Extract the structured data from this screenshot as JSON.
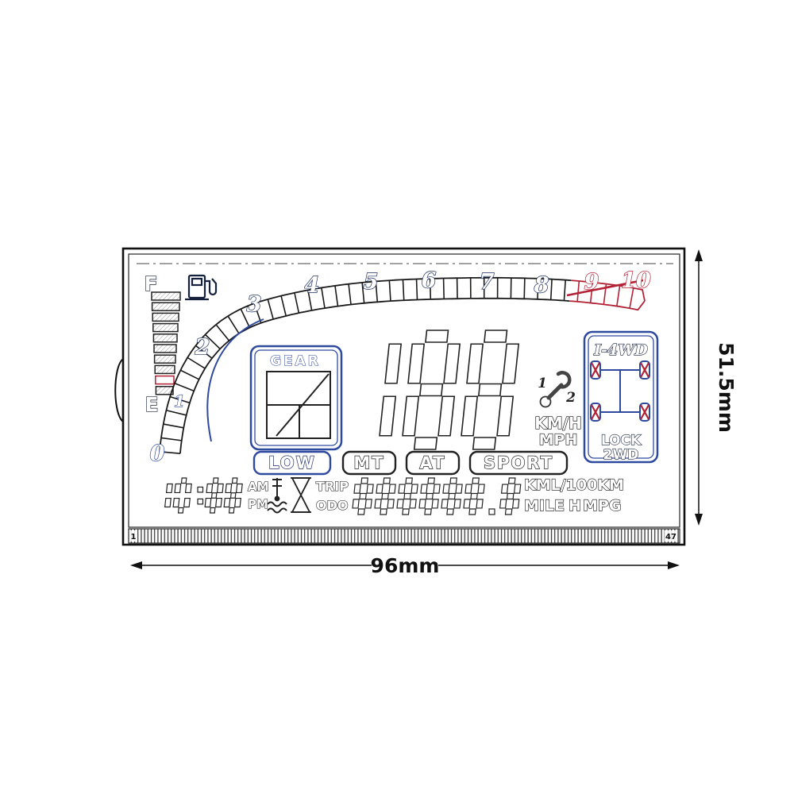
{
  "diagram": {
    "title": "lcd-instrument-panel-drawing",
    "dimensions": {
      "width_label": "96mm",
      "height_label": "51.5mm"
    },
    "tachometer": {
      "labels": [
        "2",
        "3",
        "4",
        "5",
        "6",
        "7",
        "8",
        "9",
        "10"
      ],
      "zero_label": "0",
      "one_label": "1"
    },
    "fuel": {
      "full": "F",
      "empty": "E"
    },
    "gear": {
      "label": "GEAR"
    },
    "speed": {
      "value": "188",
      "unit_top": "KM/H",
      "unit_bottom": "MPH"
    },
    "service": {
      "one": "1",
      "two": "2"
    },
    "drive_box": {
      "title": "I-4WD",
      "lock": "LOCK",
      "two_wd": "2WD"
    },
    "modes": [
      "LOW",
      "MT",
      "AT",
      "SPORT"
    ],
    "clock": {
      "value": "10:88",
      "am": "AM",
      "pm": "PM"
    },
    "trip_label": "TRIP",
    "odo_label": "ODO",
    "odometer": {
      "value": "888888.8"
    },
    "units_row": {
      "kml": "KML/100KM",
      "mile": "MILE",
      "h": "H",
      "mpg": "MPG"
    },
    "pins": {
      "first": "1",
      "last": "47"
    },
    "colors": {
      "ink": "#1a1a1a",
      "blue": "#2e4a9e",
      "navy": "#1e2f63",
      "red": "#b22234"
    }
  }
}
